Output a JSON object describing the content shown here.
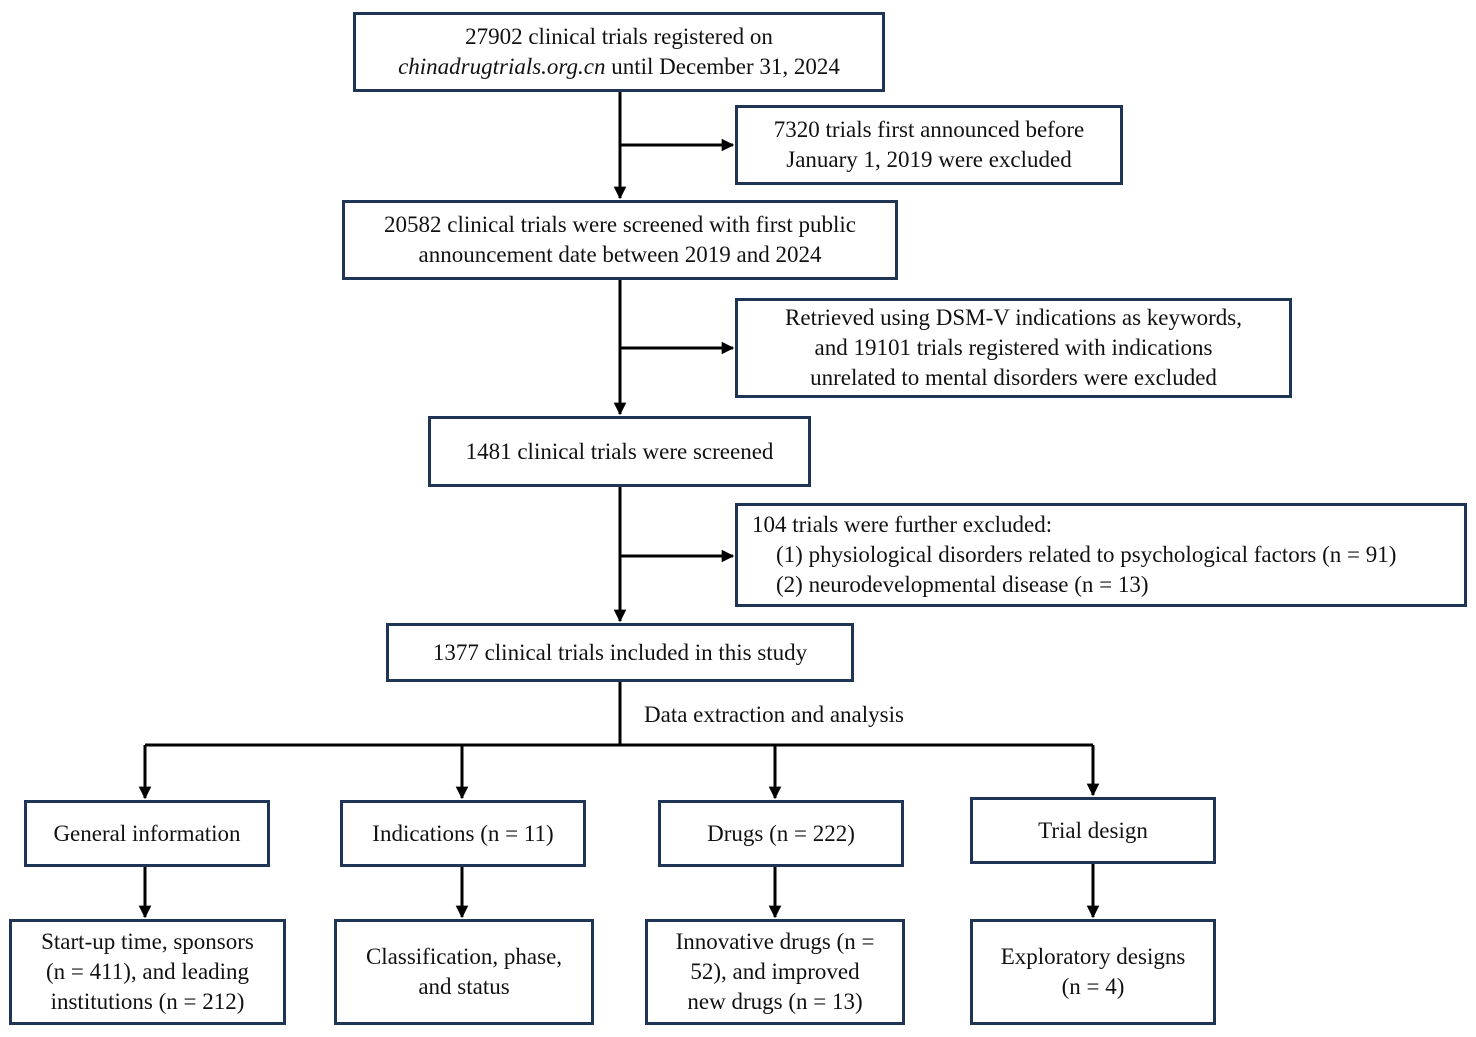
{
  "flowchart": {
    "top": {
      "line1": "27902 clinical trials registered on",
      "site": "chinadrugtrials.org.cn",
      "line2_rest": " until December 31, 2024"
    },
    "excl1": [
      "7320 trials first announced before",
      "January 1, 2019 were excluded"
    ],
    "screened1": [
      "20582 clinical trials were screened with first public",
      "announcement date between 2019 and 2024"
    ],
    "excl2": [
      "Retrieved using DSM-V indications as keywords,",
      "and 19101 trials registered with indications",
      "unrelated to mental disorders were excluded"
    ],
    "screened2": "1481 clinical trials were screened",
    "excl3": {
      "title": "104 trials were further excluded:",
      "items": [
        "(1) physiological disorders related to psychological factors (n = 91)",
        "(2) neurodevelopmental disease (n = 13)"
      ]
    },
    "included": "1377 clinical trials included in this study",
    "analysis_label": "Data extraction and analysis",
    "categories": [
      {
        "title": "General information",
        "detail": [
          "Start-up time, sponsors",
          "(n = 411), and leading",
          "institutions (n = 212)"
        ]
      },
      {
        "title": "Indications (n = 11)",
        "detail": [
          "Classification, phase,",
          "and status"
        ]
      },
      {
        "title": "Drugs (n = 222)",
        "detail": [
          "Innovative drugs (n =",
          "52), and improved",
          "new drugs (n = 13)"
        ]
      },
      {
        "title": "Trial design",
        "detail": [
          "Exploratory designs",
          "(n = 4)"
        ]
      }
    ],
    "colors": {
      "box_border": "#1f3556",
      "arrow": "#000000"
    }
  }
}
